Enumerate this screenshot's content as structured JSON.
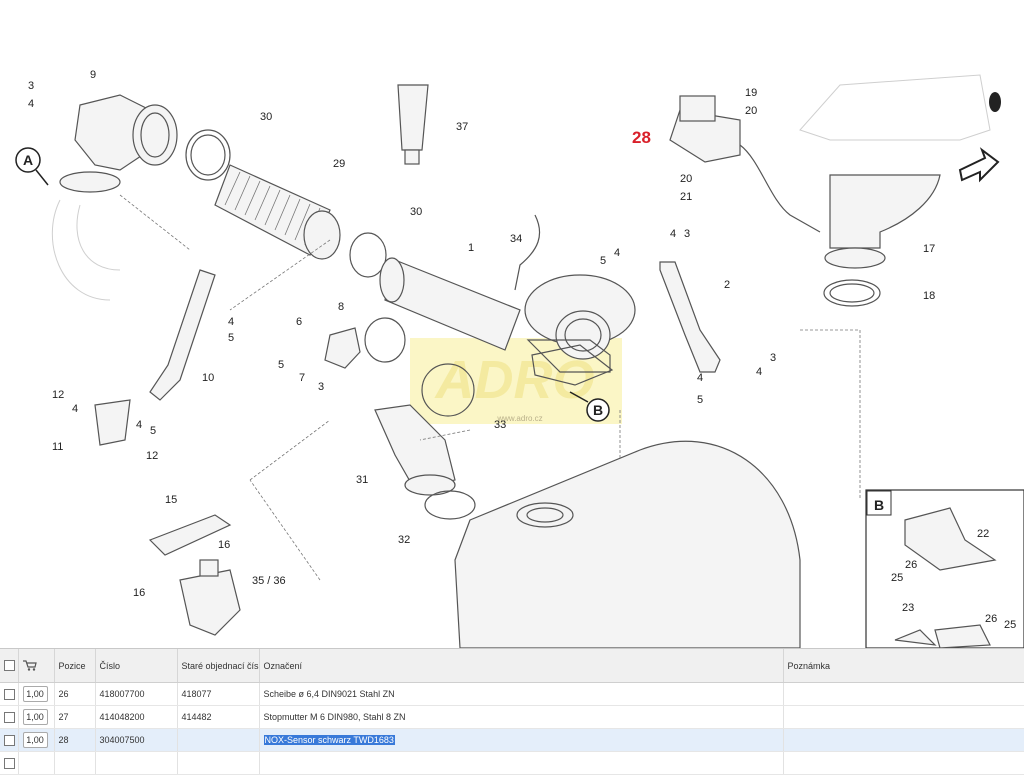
{
  "diagram": {
    "callouts": {
      "c1": "1",
      "c2": "2",
      "c3a": "3",
      "c3b": "3",
      "c3c": "3",
      "c3d": "3",
      "c4a": "4",
      "c4b": "4",
      "c4c": "4",
      "c4d": "4",
      "c4e": "4",
      "c4f": "4",
      "c4g": "4",
      "c4h": "4",
      "c5a": "5",
      "c5b": "5",
      "c5c": "5",
      "c5d": "5",
      "c5e": "5",
      "c6": "6",
      "c7": "7",
      "c8": "8",
      "c9": "9",
      "c10": "10",
      "c11": "11",
      "c12a": "12",
      "c12b": "12",
      "c15": "15",
      "c16a": "16",
      "c16b": "16",
      "c17": "17",
      "c18": "18",
      "c19": "19",
      "c20a": "20",
      "c20b": "20",
      "c21": "21",
      "c22": "22",
      "c23": "23",
      "c25a": "25",
      "c25b": "25",
      "c26a": "26",
      "c26b": "26",
      "c28": "28",
      "c29": "29",
      "c30a": "30",
      "c30b": "30",
      "c31": "31",
      "c32": "32",
      "c33": "33",
      "c34": "34",
      "c3536": "35 / 36",
      "c37": "37"
    },
    "view_letters": {
      "a": "A",
      "b": "B",
      "b_detail": "B"
    },
    "watermark": {
      "brand": "ADRO",
      "url": "www.adro.cz"
    },
    "highlight_color": "#d9202a"
  },
  "table": {
    "headers": {
      "pozice": "Pozice",
      "cislo": "Číslo",
      "stare": "Staré objednací číslo",
      "oznaceni": "Označení",
      "poznamka": "Poznámka"
    },
    "rows": [
      {
        "qty": "1,00",
        "pozice": "26",
        "cislo": "418007700",
        "stare": "418077",
        "oznaceni": "Scheibe   ø 6,4 DIN9021 Stahl ZN",
        "poznamka": ""
      },
      {
        "qty": "1,00",
        "pozice": "27",
        "cislo": "414048200",
        "stare": "414482",
        "oznaceni": "Stopmutter   M 6 DIN980, Stahl 8 ZN",
        "poznamka": ""
      },
      {
        "qty": "1,00",
        "pozice": "28",
        "cislo": "304007500",
        "stare": "",
        "oznaceni": "NOX-Sensor schwarz TWD1683",
        "poznamka": ""
      }
    ],
    "selected_color": "#e4eefa"
  }
}
